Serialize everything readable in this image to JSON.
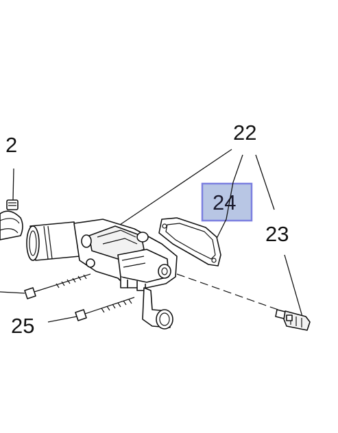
{
  "callouts": {
    "c2": "2",
    "c22": "22",
    "c23": "23",
    "c24": "24",
    "c25": "25"
  },
  "highlight": {
    "fill": "#b8c6e4",
    "border": "#7b7fe0"
  }
}
